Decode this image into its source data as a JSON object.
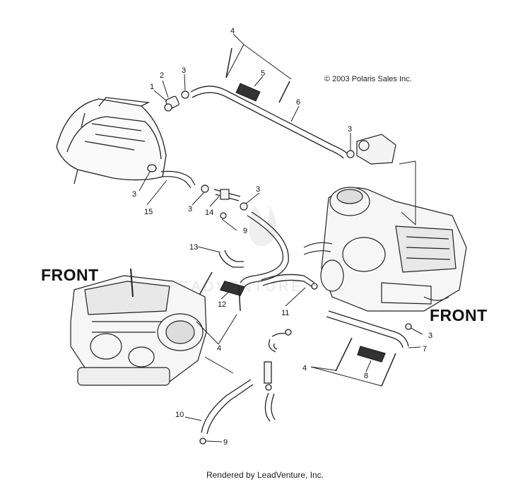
{
  "copyright": "© 2003 Polaris Sales Inc.",
  "front_labels": [
    "FRONT",
    "FRONT"
  ],
  "footer": "Rendered by LeadVenture, Inc.",
  "watermark": "LEADVENTURE",
  "callouts": [
    "1",
    "2",
    "3",
    "3",
    "3",
    "3",
    "3",
    "3",
    "4",
    "4",
    "4",
    "5",
    "6",
    "7",
    "8",
    "9",
    "9",
    "10",
    "11",
    "12",
    "13",
    "14",
    "15"
  ]
}
